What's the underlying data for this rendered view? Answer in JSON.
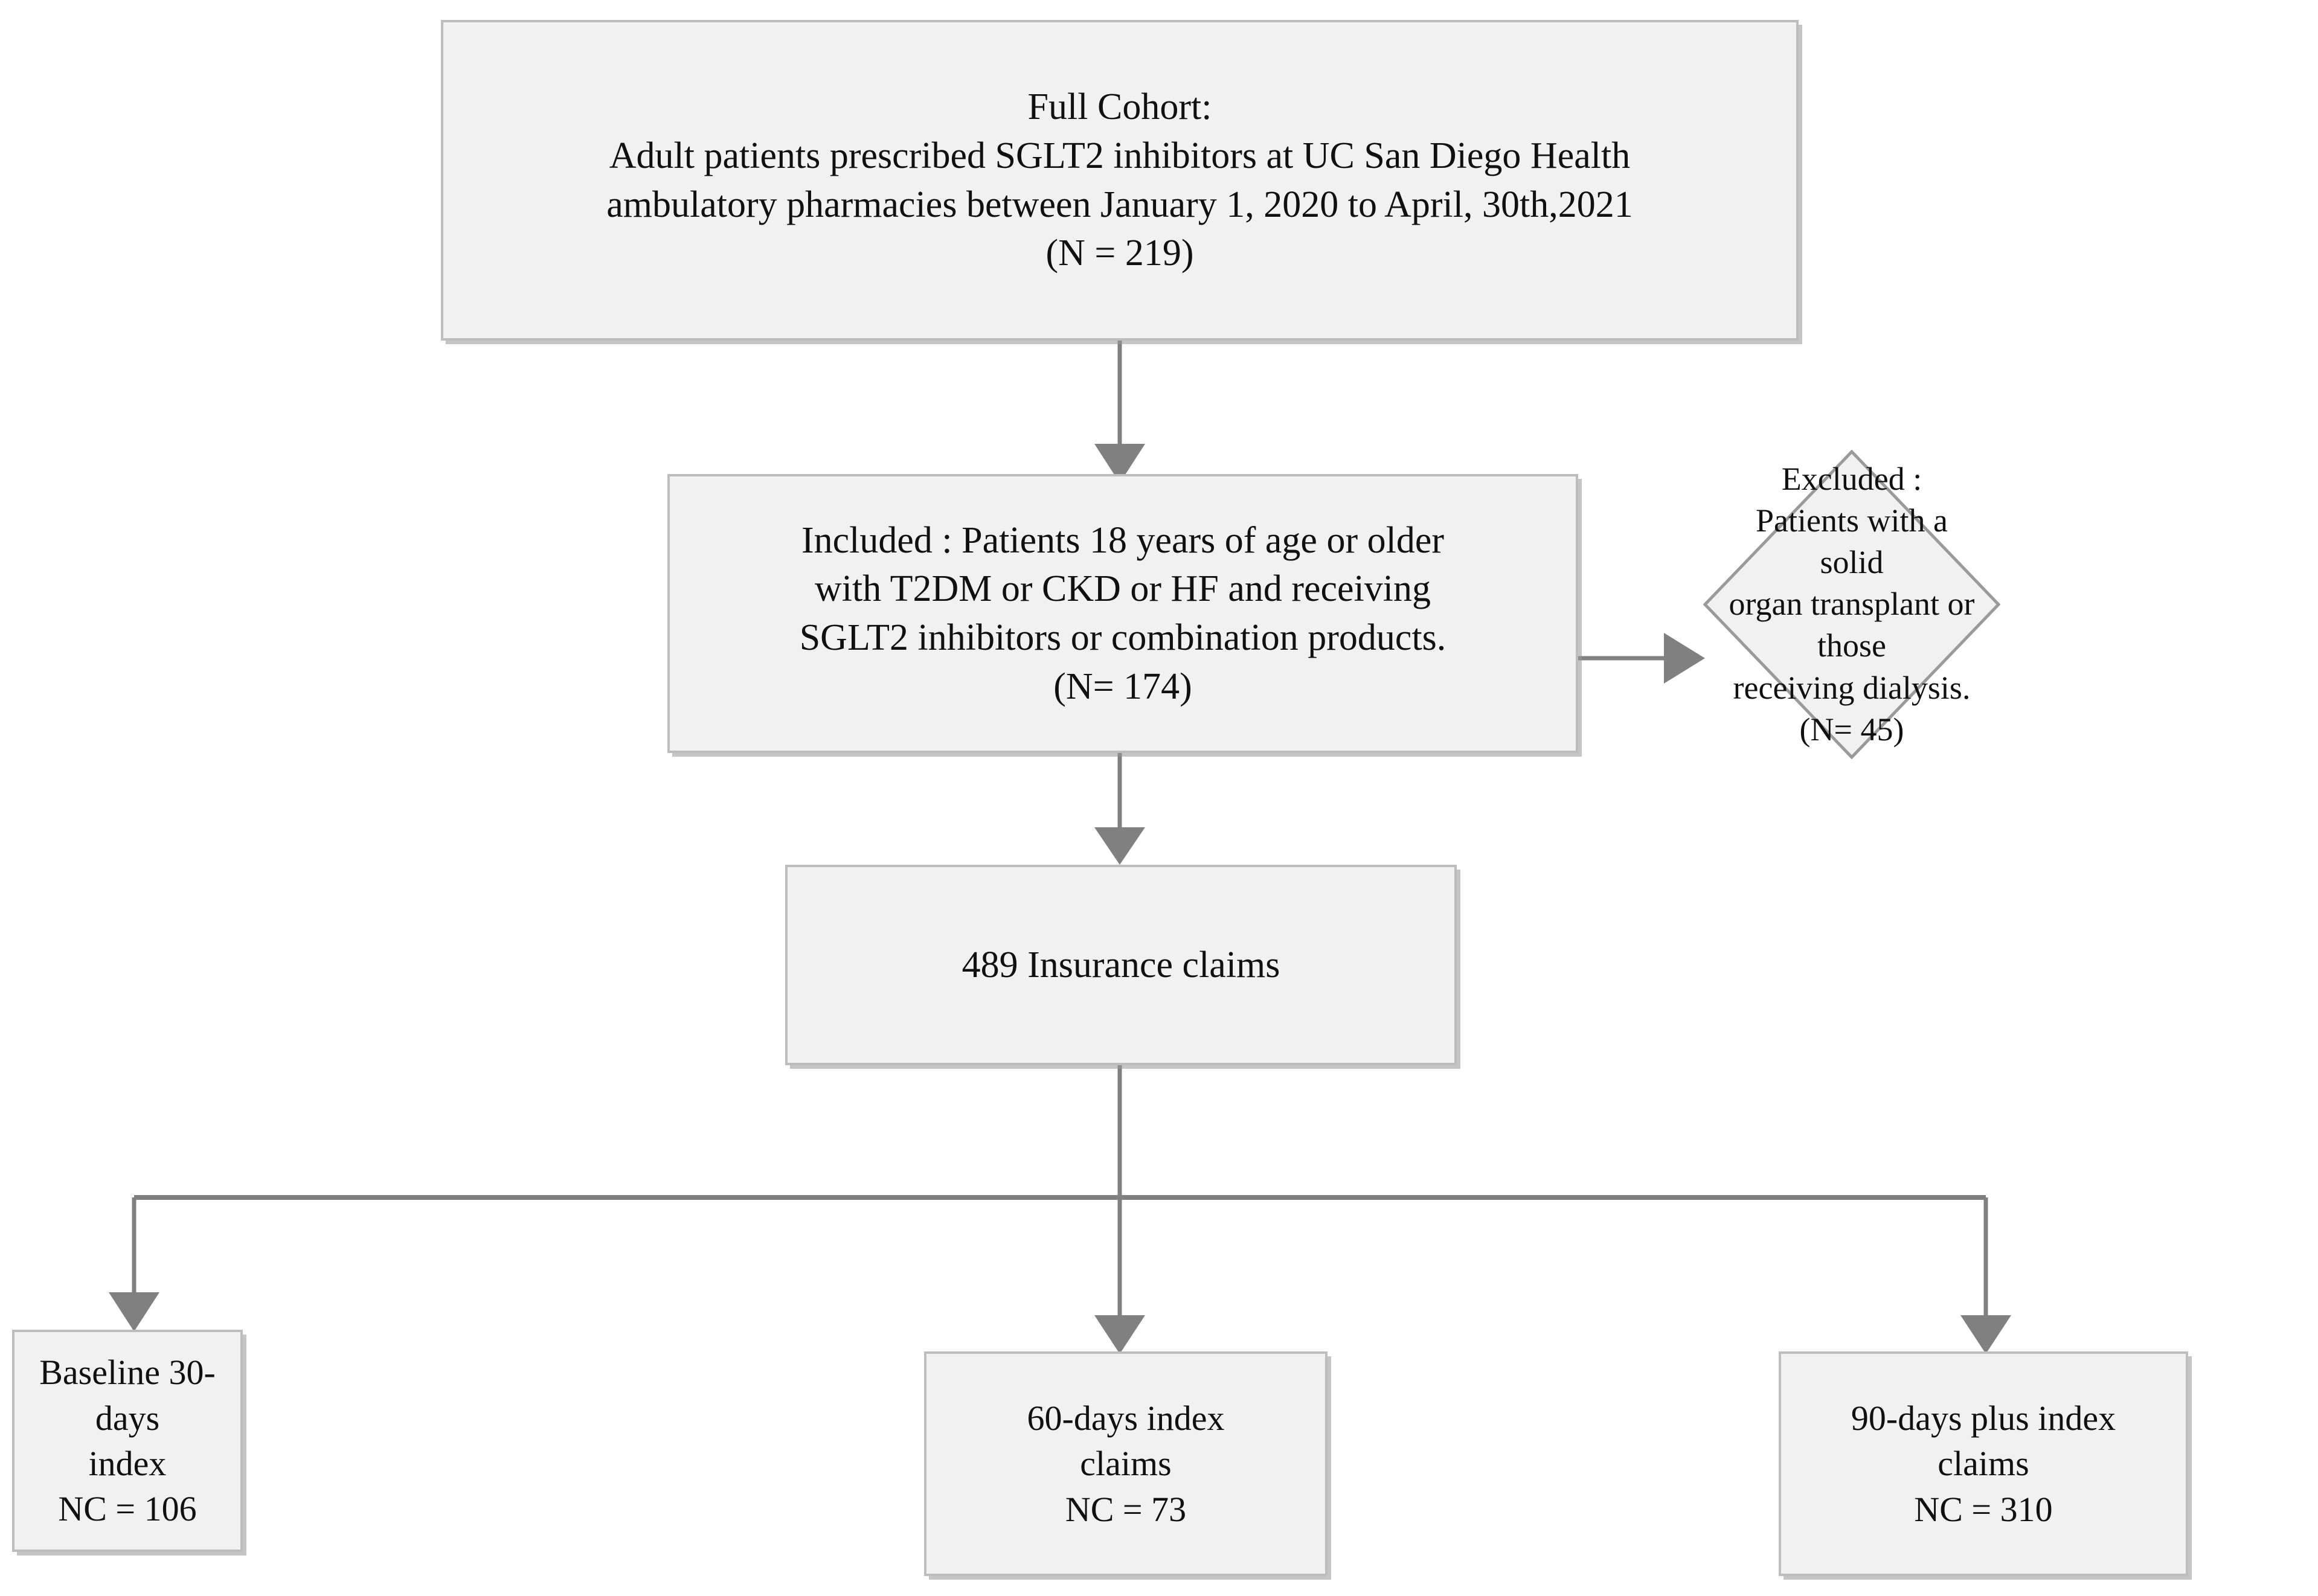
{
  "diagram": {
    "title": "SGLT2 inhibitor cohort selection flow diagram",
    "type": "flowchart",
    "colors": {
      "node_fill": "#f1f1f1",
      "node_border": "#bdbdbd",
      "connector": "#808080",
      "text": "#101010",
      "background": "#ffffff"
    },
    "nodes": {
      "full_cohort": {
        "shape": "rectangle",
        "label": "Full Cohort:\nAdult patients prescribed SGLT2 inhibitors at UC San Diego Health\nambulatory pharmacies between January 1, 2020 to April, 30th,2021\n(N = 219)",
        "count_label": "(N = 219)",
        "count": 219
      },
      "included": {
        "shape": "rectangle",
        "label": "Included : Patients 18 years of age or older\nwith T2DM or CKD or HF and receiving\nSGLT2 inhibitors or combination products.\n(N= 174)",
        "count_label": "(N= 174)",
        "count": 174
      },
      "excluded": {
        "shape": "diamond",
        "label": "Excluded :\nPatients with a solid\norgan transplant or those\nreceiving dialysis.\n(N= 45)",
        "count_label": "(N= 45)",
        "count": 45
      },
      "insurance_claims": {
        "shape": "rectangle",
        "label": "489 Insurance claims",
        "count": 489
      },
      "baseline_30": {
        "shape": "rectangle",
        "label": "Baseline 30-days\nindex\nNC = 106",
        "count_label": "NC = 106",
        "count": 106
      },
      "index_60": {
        "shape": "rectangle",
        "label": "60-days index\nclaims\nNC = 73",
        "count_label": "NC = 73",
        "count": 73
      },
      "index_90_plus": {
        "shape": "rectangle",
        "label": "90-days plus index\nclaims\nNC = 310",
        "count_label": "NC = 310",
        "count": 310
      }
    },
    "edges": [
      {
        "from": "full_cohort",
        "to": "included",
        "direction": "down",
        "arrow": true
      },
      {
        "from": "included",
        "to": "excluded",
        "direction": "right",
        "arrow": true
      },
      {
        "from": "included",
        "to": "insurance_claims",
        "direction": "down",
        "arrow": true
      },
      {
        "from": "insurance_claims",
        "to": "baseline_30",
        "direction": "down-left",
        "arrow": true
      },
      {
        "from": "insurance_claims",
        "to": "index_60",
        "direction": "down",
        "arrow": true
      },
      {
        "from": "insurance_claims",
        "to": "index_90_plus",
        "direction": "down-right",
        "arrow": true
      }
    ]
  }
}
